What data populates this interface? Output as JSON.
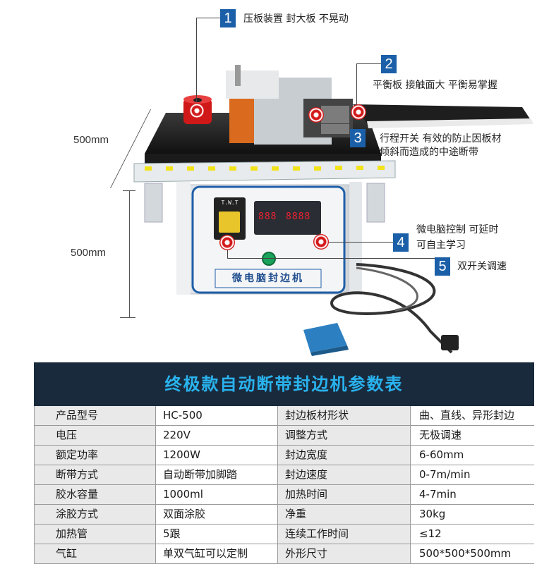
{
  "dimensions": {
    "width_label": "500mm",
    "height_label": "500mm"
  },
  "callouts": [
    {
      "num": "1",
      "text": "压板装置 封大板 不晃动"
    },
    {
      "num": "2",
      "text": "平衡板 接触面大 平衡易掌握"
    },
    {
      "num": "3",
      "text_line1": "行程开关 有效的防止因板材",
      "text_line2": "倾斜而造成的中途断带"
    },
    {
      "num": "4",
      "text_line1": "微电脑控制 可延时",
      "text_line2": "可自主学习"
    },
    {
      "num": "5",
      "text": "双开关调速"
    }
  ],
  "machine": {
    "panel_label": "微电脑封边机",
    "controller_brand": "T.W.T",
    "display_a": "888",
    "display_b": "8888"
  },
  "table": {
    "title": "终极款自动断带封边机参数表",
    "rows": [
      [
        "产品型号",
        "HC-500",
        "封边板材形状",
        "曲、直线、异形封边"
      ],
      [
        "电压",
        "220V",
        "调整方式",
        "无极调速"
      ],
      [
        "额定功率",
        "1200W",
        "封边宽度",
        "6-60mm"
      ],
      [
        "断带方式",
        "自动断带加脚踏",
        "封边速度",
        "0-7m/min"
      ],
      [
        "胶水容量",
        "1000ml",
        "加热时间",
        "4-7min"
      ],
      [
        "涂胶方式",
        "双面涂胶",
        "净重",
        "30kg"
      ],
      [
        "加热管",
        "5跟",
        "连续工作时间",
        "≤12"
      ],
      [
        "气缸",
        "单双气缸可以定制",
        "外形尺寸",
        "500*500*500mm"
      ]
    ]
  }
}
